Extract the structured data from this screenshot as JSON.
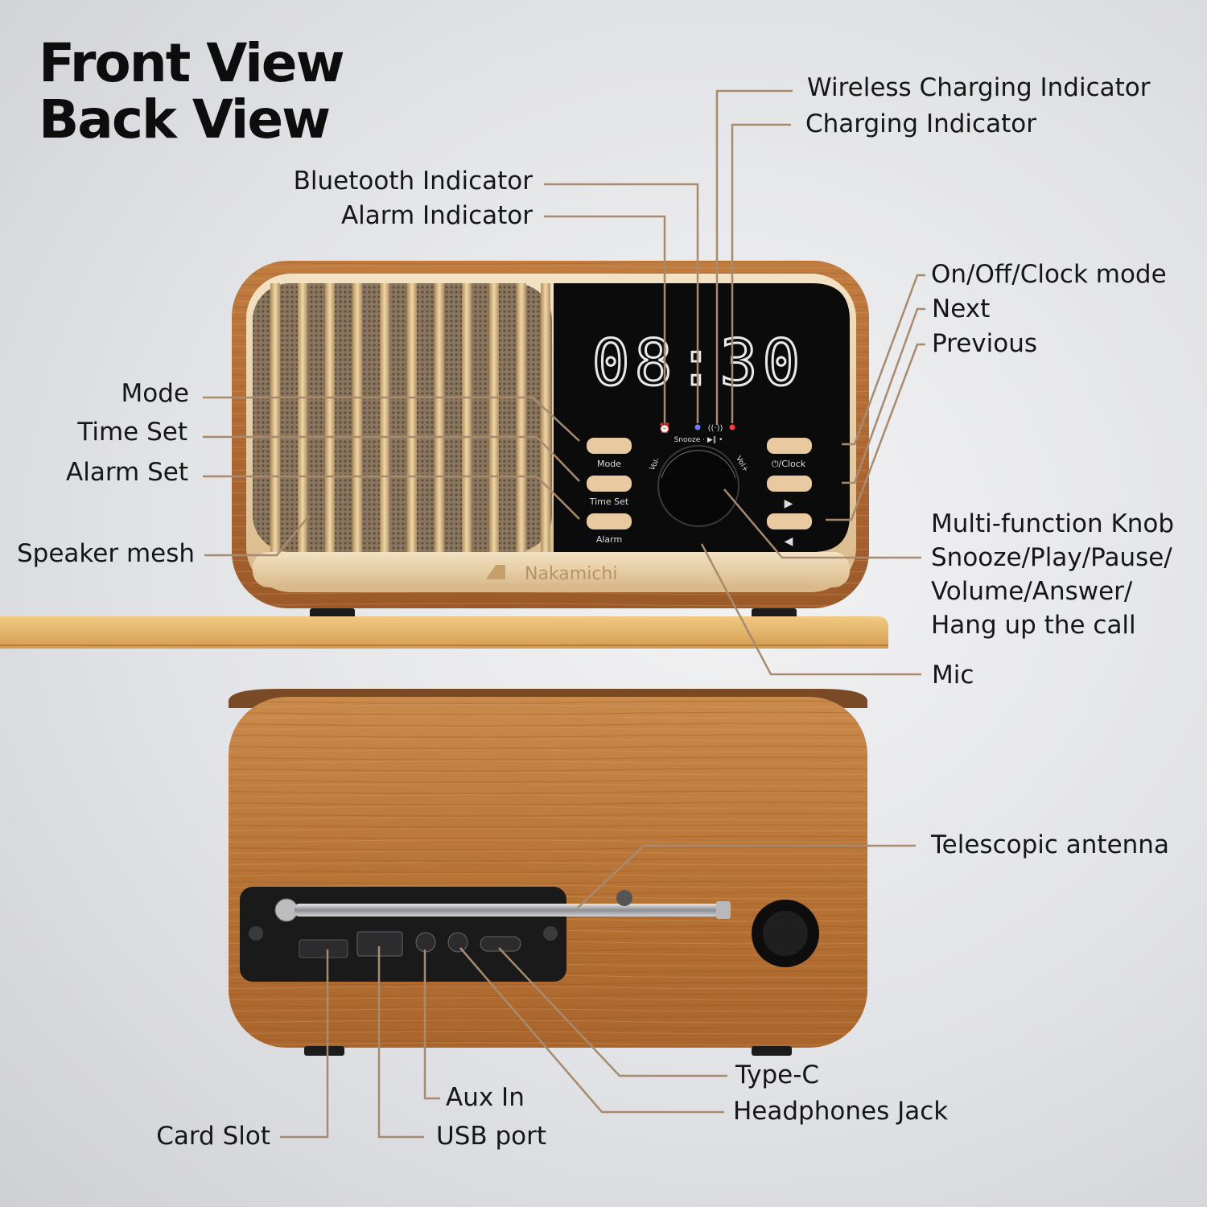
{
  "heading": {
    "line1": "Front View",
    "line2": "Back View"
  },
  "device": {
    "clock_digits": "08:30",
    "brand": "Nakamichi",
    "front_buttons": {
      "mode": "Mode",
      "time_set": "Time Set",
      "alarm": "Alarm",
      "power_clock": "⏻/Clock",
      "knob_top": "Snooze · ▶‖ •",
      "vol_minus": "Vol-",
      "vol_plus": "Vol+"
    }
  },
  "callouts": {
    "wireless_charging_indicator": "Wireless Charging Indicator",
    "charging_indicator": "Charging Indicator",
    "bluetooth_indicator": "Bluetooth Indicator",
    "alarm_indicator": "Alarm Indicator",
    "on_off_clock_mode": "On/Off/Clock mode",
    "next": "Next",
    "previous": "Previous",
    "mode": "Mode",
    "time_set": "Time Set",
    "alarm_set": "Alarm Set",
    "speaker_mesh": "Speaker mesh",
    "knob_line1": "Multi-function Knob",
    "knob_line2": "Snooze/Play/Pause/",
    "knob_line3": "Volume/Answer/",
    "knob_line4": "Hang up the call",
    "mic": "Mic",
    "telescopic_antenna": "Telescopic antenna",
    "type_c": "Type-C",
    "headphones_jack": "Headphones Jack",
    "aux_in": "Aux In",
    "usb_port": "USB port",
    "card_slot": "Card Slot"
  },
  "colors": {
    "leader_line": "#a88a6e",
    "wood": "#b8733a",
    "gold_trim": "#e7cfa6",
    "display_bg": "#0b0b0c",
    "bluetooth_led": "#6f7cff",
    "charging_led": "#ff3b3b",
    "shelf": "#e6b060"
  }
}
